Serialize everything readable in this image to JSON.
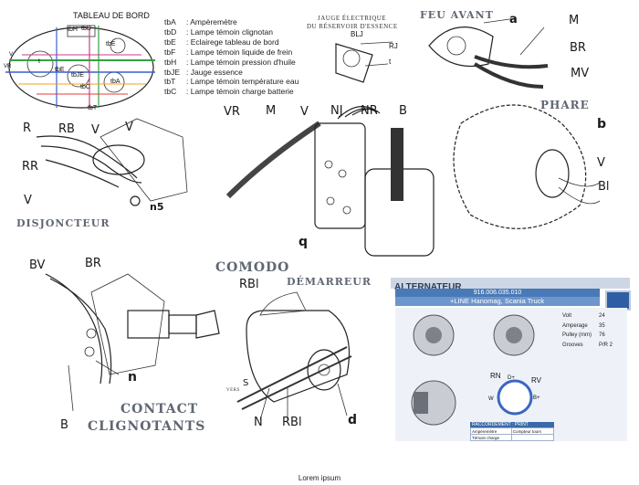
{
  "tableau": {
    "title": "TABLEAU DE BORD",
    "inner_labels": [
      "tbH",
      "tbD",
      "tbE",
      "tbA",
      "tbJE",
      "tbE",
      "tbC",
      "tbT",
      "t",
      "VR",
      "V"
    ],
    "legend": [
      {
        "code": "tbA",
        "desc": ": Ampèremètre"
      },
      {
        "code": "tbD",
        "desc": ": Lampe témoin clignotan"
      },
      {
        "code": "tbE",
        "desc": ": Eclairege tableau de bord"
      },
      {
        "code": "tbF",
        "desc": ": Lampe témoin liquide de frein"
      },
      {
        "code": "tbH",
        "desc": ": Lampe témoin pression d'huile"
      },
      {
        "code": "tbJE",
        "desc": ": Jauge essence"
      },
      {
        "code": "tbT",
        "desc": ": Lampe témoin température eau"
      },
      {
        "code": "tbC",
        "desc": ": Lampe témoin charge batterie"
      }
    ]
  },
  "jauge": {
    "title_line1": "JAUGE ÉLECTRIQUE",
    "title_line2": "DU RÉSERVOIR D'ESSENCE",
    "labels": [
      "BLJ",
      "RJ",
      "t"
    ]
  },
  "feu_avant": {
    "title": "FEU AVANT",
    "labels": [
      "a",
      "M",
      "BR",
      "MV"
    ]
  },
  "phare": {
    "title": "PHARE",
    "labels": [
      "b",
      "V",
      "Bl"
    ]
  },
  "disjoncteur": {
    "title": "DISJONCTEUR",
    "labels": [
      "R",
      "RB",
      "V",
      "RR",
      "V",
      "n5"
    ]
  },
  "demarreur_top": {
    "labels": [
      "VR",
      "M",
      "V",
      "NJ",
      "NR",
      "B",
      "q"
    ]
  },
  "contact": {
    "title_line1": "CONTACT",
    "title_line2": "CLIGNOTANTS",
    "labels": [
      "BV",
      "BR",
      "n",
      "B"
    ]
  },
  "comodo": {
    "title": "COMODO"
  },
  "demarreur": {
    "title": "DÉMARREUR",
    "labels": [
      "RBl",
      "S",
      "N",
      "RBl",
      "d"
    ],
    "small_text": "VERS"
  },
  "alternateur": {
    "title": "ALTERNATEUR",
    "code": "916.006.035.010",
    "line": "+LINE   Hanomag, Scania Truck",
    "specs": [
      {
        "k": "Volt",
        "v": "24"
      },
      {
        "k": "Amperage",
        "v": "35"
      },
      {
        "k": "Pulley (mm)",
        "v": "76"
      },
      {
        "k": "Grooves",
        "v": "P/R 2"
      }
    ],
    "terminals": [
      "RN",
      "D+",
      "RV",
      "W",
      "B+"
    ],
    "raccordement": {
      "header": "RACCORDEMENT : PRINT",
      "rows": [
        [
          "Ampèremètre",
          "Compteur tours"
        ],
        [
          "Témoin charge",
          ""
        ]
      ]
    },
    "colors": {
      "header_bg": "#cdd6e4",
      "code_bg": "#4a79b7",
      "line_bg": "#6c96cc",
      "body_bg": "#eef2f8"
    }
  },
  "footer": "Lorem ipsum"
}
